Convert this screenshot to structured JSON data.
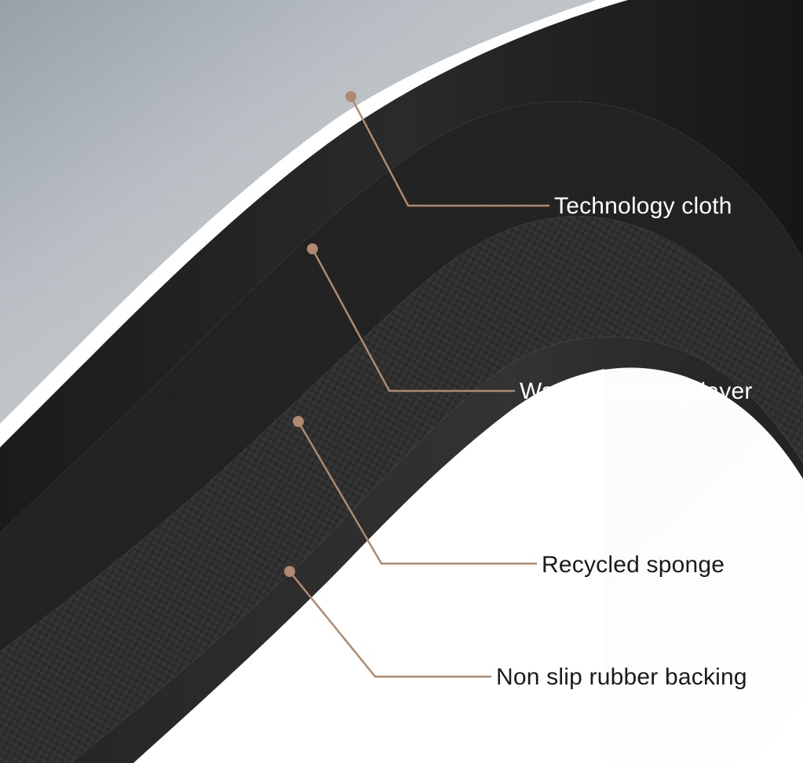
{
  "colors": {
    "leader": "#b08a6e",
    "label_light": "#ffffff",
    "label_dark": "#1a1a1a"
  },
  "layers": [
    {
      "label": "Technology cloth"
    },
    {
      "label": "Water absorbing layer"
    },
    {
      "label": "Recycled sponge"
    },
    {
      "label": "Non slip rubber backing"
    }
  ]
}
